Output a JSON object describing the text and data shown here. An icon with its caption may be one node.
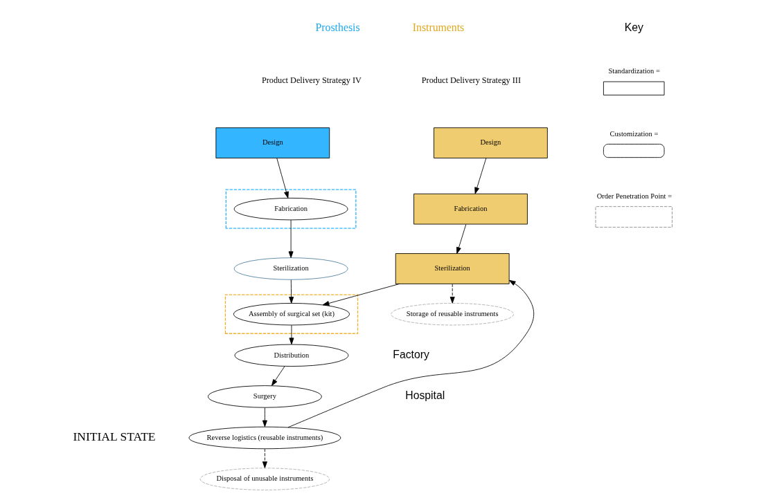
{
  "diagram": {
    "nodes": [
      {
        "text": [
          "Design"
        ]
      },
      {
        "text": [
          "Design"
        ]
      },
      {
        "text": [],
        "shape": "box"
      },
      {
        "text": [
          "Fabrication"
        ],
        "in": 2
      },
      {
        "text": [
          "Fabrication"
        ]
      },
      {
        "text": [
          "Sterilization"
        ]
      },
      {
        "text": [
          "Sterilization"
        ]
      },
      {
        "text": [],
        "shape": "box"
      },
      {
        "text": [
          "Assembly of surgical set (kit)"
        ],
        "in": 7
      },
      {
        "text": [
          "Storage of reusable instruments"
        ]
      },
      {
        "text": [
          "Distribution"
        ]
      },
      {
        "text": [
          "Surgery"
        ]
      },
      {
        "text": [
          "Reverse logistics (reusable instruments)"
        ]
      },
      {
        "text": [
          "Disposal of unusable instruments"
        ]
      }
    ],
    "edges": [
      {
        "from": 0,
        "to": 3,
        "arrow": "to"
      },
      {
        "from": 1,
        "to": 4,
        "arrow": "to"
      },
      {
        "from": 3,
        "to": 5,
        "arrow": "to"
      },
      {
        "from": 4,
        "to": 6,
        "arrow": "to"
      },
      {
        "from": 5,
        "to": 8,
        "arrow": "to"
      },
      {
        "from": 6,
        "to": 8,
        "arrow": "to"
      },
      {
        "from": 6,
        "to": 9,
        "arrow": "to",
        "style": "dashed"
      },
      {
        "from": 8,
        "to": 10,
        "arrow": "to"
      },
      {
        "from": 10,
        "to": 11,
        "arrow": "to"
      },
      {
        "from": 11,
        "to": 12,
        "arrow": "to"
      },
      {
        "from": 12,
        "to": 13,
        "arrow": "to",
        "style": "dashed"
      },
      {
        "from": 12,
        "to": 6,
        "arrow": "to"
      }
    ],
    "labels": [
      "Prosthesis",
      "Product Delivery Strategy IV",
      "Instruments",
      "Product Delivery Strategy III",
      "Key",
      "Factory",
      "Hospital",
      "INITIAL STATE"
    ],
    "legend": [
      {
        "text": "Standardization ="
      },
      {
        "text": "Customization ="
      },
      {
        "text": "Order Penetration Point ="
      }
    ]
  }
}
